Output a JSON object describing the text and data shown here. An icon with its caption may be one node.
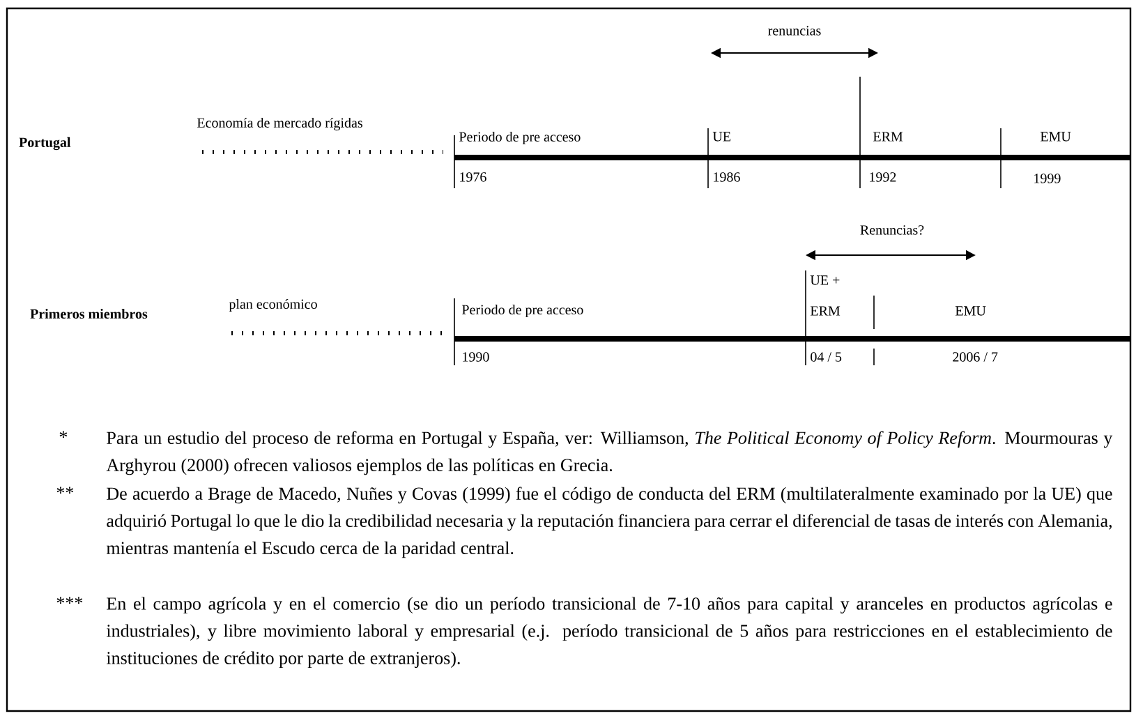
{
  "diagram": {
    "labels": [
      "renuncias",
      "Portugal",
      "Economía de mercado rígidas",
      "Periodo de pre acceso",
      "UE",
      "ERM",
      "EMU",
      "1976",
      "1986",
      "1992",
      "1999",
      "Renuncias?",
      "Primeros miembros",
      "plan económico",
      "Periodo de pre acceso",
      "UE +",
      "ERM",
      "EMU",
      "1990",
      "04 / 5",
      "2006 / 7",
      "*",
      "Para un estudio del proceso de reforma en Portugal y España, ver: Williamson, *The Political Economy of Policy Reform*. Mourmouras y Arghyrou (2000) ofrecen valiosos ejemplos de las políticas en Grecia.",
      "**",
      "De acuerdo a Brage de Macedo, Nuñes y Covas (1999) fue el código de conducta del ERM (multilateralmente examinado por la UE) que adquirió Portugal lo que le dio la credibilidad necesaria y la reputación financiera para cerrar el diferencial de tasas de interés con Alemania, mientras mantenía el Escudo cerca de la paridad  central.",
      "***",
      "En el campo agrícola y en el comercio (se dio un período transicional de 7-10 años para capital y aranceles en productos agrícolas e industriales), y libre movimiento laboral y empresarial (e.j. período transicional de 5 años para restricciones en el establecimiento de instituciones de crédito por parte de extranjeros)."
    ]
  }
}
